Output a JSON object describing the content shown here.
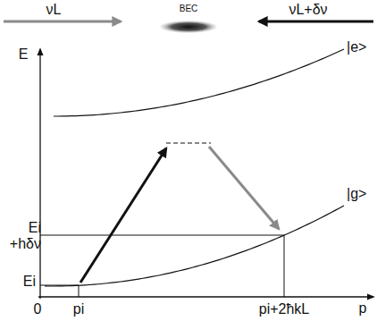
{
  "diagram": {
    "labels": [
      "νL",
      "BEC",
      "νL+δν",
      "E",
      "|e>",
      "|g>",
      "Ei +hδν",
      "Ei",
      "0",
      "pi",
      "pi+2ħkL",
      "p"
    ]
  }
}
